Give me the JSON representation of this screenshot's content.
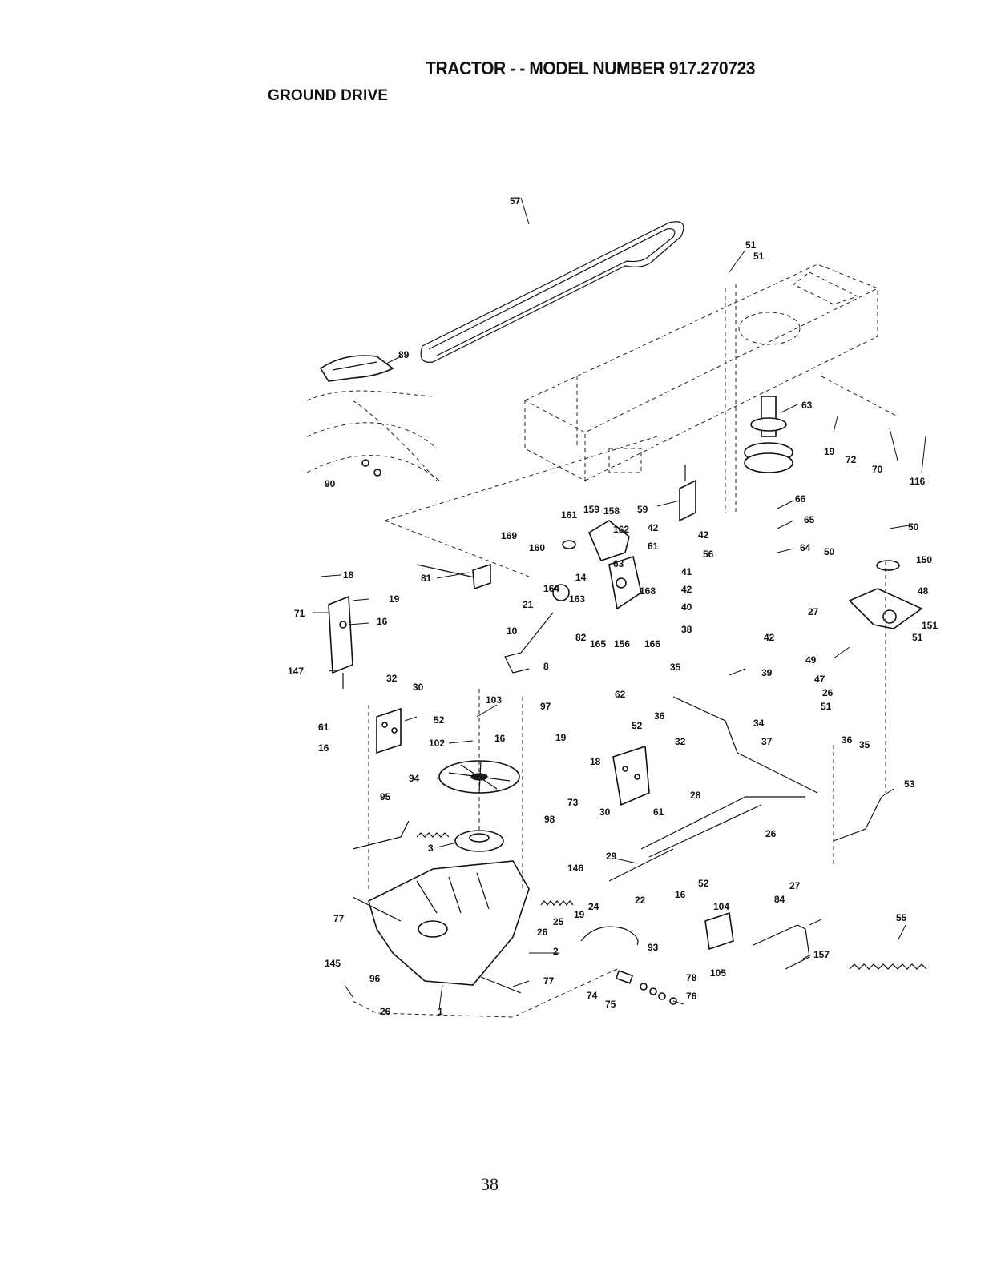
{
  "header": {
    "title": "TRACTOR - - MODEL NUMBER 917.270723",
    "section": "GROUND DRIVE"
  },
  "footer": {
    "page_number": "38"
  },
  "callouts": [
    "51",
    "51",
    "57",
    "89",
    "63",
    "19",
    "72",
    "70",
    "116",
    "90",
    "59",
    "161",
    "159",
    "158",
    "162",
    "169",
    "160",
    "42",
    "61",
    "66",
    "65",
    "64",
    "50",
    "50",
    "150",
    "18",
    "81",
    "42",
    "56",
    "41",
    "164",
    "14",
    "63",
    "42",
    "48",
    "71",
    "19",
    "16",
    "21",
    "163",
    "168",
    "40",
    "27",
    "151",
    "51",
    "38",
    "42",
    "147",
    "10",
    "82",
    "165",
    "156",
    "166",
    "49",
    "39",
    "8",
    "35",
    "47",
    "26",
    "32",
    "30",
    "62",
    "36",
    "51",
    "103",
    "97",
    "34",
    "61",
    "52",
    "37",
    "16",
    "102",
    "16",
    "19",
    "52",
    "32",
    "36",
    "35",
    "18",
    "94",
    "73",
    "53",
    "95",
    "98",
    "30",
    "61",
    "28",
    "26",
    "3",
    "29",
    "146",
    "27",
    "52",
    "84",
    "55",
    "77",
    "24",
    "16",
    "104",
    "22",
    "25",
    "19",
    "26",
    "93",
    "2",
    "157",
    "145",
    "96",
    "78",
    "105",
    "77",
    "26",
    "1",
    "74",
    "75",
    "76"
  ]
}
